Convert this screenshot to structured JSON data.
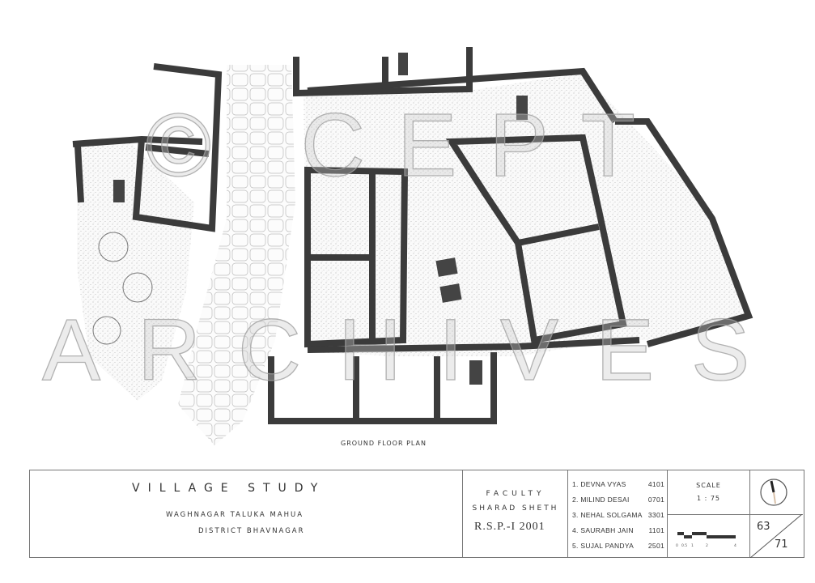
{
  "watermark": {
    "line1": "© CEPT",
    "line2": "ARCHIVES"
  },
  "drawing": {
    "caption": "GROUND FLOOR PLAN"
  },
  "title_block": {
    "title": "VILLAGE STUDY",
    "location_line1": "WAGHNAGAR  TALUKA  MAHUA",
    "location_line2": "DISTRICT  BHAVNAGAR",
    "faculty_label": "FACULTY",
    "faculty_name": "SHARAD SHETH",
    "course": "R.S.P.-I  2001",
    "students": [
      {
        "name": "1. DEVNA  VYAS",
        "id": "4101"
      },
      {
        "name": "2. MILIND  DESAI",
        "id": "0701"
      },
      {
        "name": "3. NEHAL  SOLGAMA",
        "id": "3301"
      },
      {
        "name": "4. SAURABH  JAIN",
        "id": "1101"
      },
      {
        "name": "5. SUJAL  PANDYA",
        "id": "2501"
      }
    ],
    "scale_label": "SCALE",
    "scale_value": "1 : 75",
    "scale_bar_ticks": [
      "0",
      "0.5",
      "1",
      "2",
      "4"
    ],
    "sheet_number": "63",
    "sheet_total": "71"
  }
}
